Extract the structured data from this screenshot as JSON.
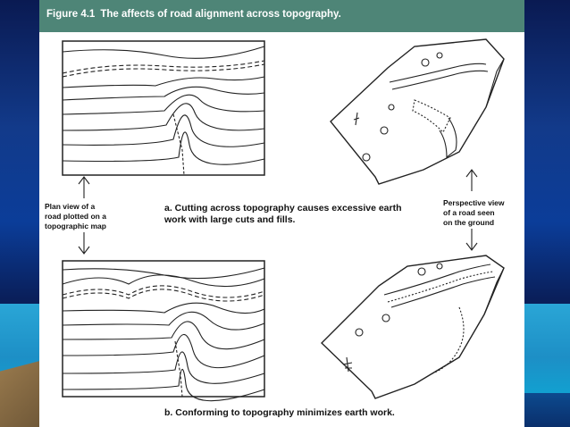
{
  "figure": {
    "number": "Figure 4.1",
    "title": "The affects of road alignment across topography."
  },
  "labels": {
    "plan_view": [
      "Plan view of a",
      "road plotted on a",
      "topographic map"
    ],
    "perspective_view": [
      "Perspective view",
      "of a road seen",
      "on the ground"
    ]
  },
  "captions": {
    "a": [
      "a. Cutting across topography causes excessive earth",
      "work with large cuts and fills."
    ],
    "b": "b. Conforming to topography minimizes earth work."
  },
  "colors": {
    "header": "#4e8577",
    "background_dark": "#0b1f5c",
    "background_band": "#1d8fc6"
  }
}
